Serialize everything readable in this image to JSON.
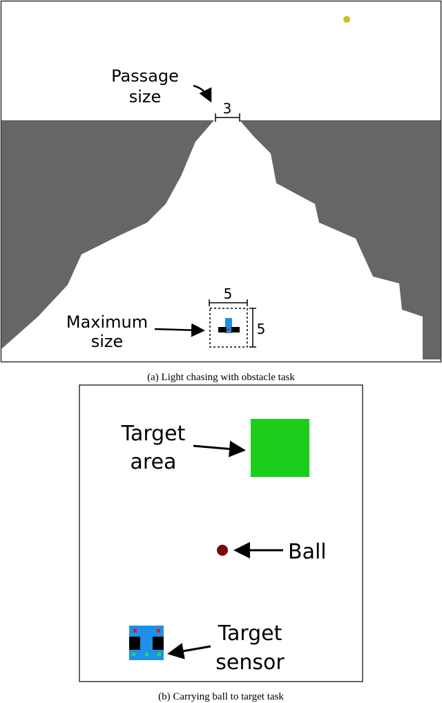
{
  "panel_a": {
    "passage_label_line1": "Passage",
    "passage_label_line2": "size",
    "passage_value": "3",
    "max_label_line1": "Maximum",
    "max_label_line2": "size",
    "max_width_value": "5",
    "max_height_value": "5",
    "caption": "(a) Light chasing with obstacle task"
  },
  "panel_b": {
    "target_label_line1": "Target",
    "target_label_line2": "area",
    "ball_label": "Ball",
    "sensor_label_line1": "Target",
    "sensor_label_line2": "sensor",
    "caption": "(b) Carrying ball to target task"
  },
  "colors": {
    "obstacle": "#666666",
    "light": "#c8c21a",
    "robot_body": "#1e90e8",
    "target_area": "#1ccd1c",
    "ball": "#7a0a0a",
    "sensor_red": "#e8141e",
    "sensor_green": "#22d36a"
  }
}
